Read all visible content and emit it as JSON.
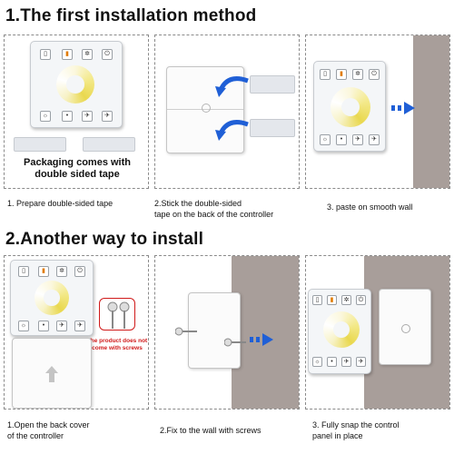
{
  "sections": {
    "first_title": "1.The first installation method",
    "second_title": "2.Another way to install"
  },
  "captions": {
    "step1": "1. Prepare double-sided tape",
    "step2_line1": "2.Stick the double-sided",
    "step2_line2": "tape on the back of the controller",
    "step3": "3.  paste on smooth wall",
    "step4_line1": "1.Open the back cover",
    "step4_line2": "of the controller",
    "step5": "2.Fix to the wall with screws",
    "step6_line1": "3. Fully snap the control",
    "step6_line2": "panel in place"
  },
  "packaging_text": "Packaging comes with double sided tape",
  "screws_note": "The product does not come with screws",
  "colors": {
    "arrow_blue": "#1f5fd6",
    "screw_note_red": "#d01a1a",
    "wall": "#a89e9a"
  }
}
